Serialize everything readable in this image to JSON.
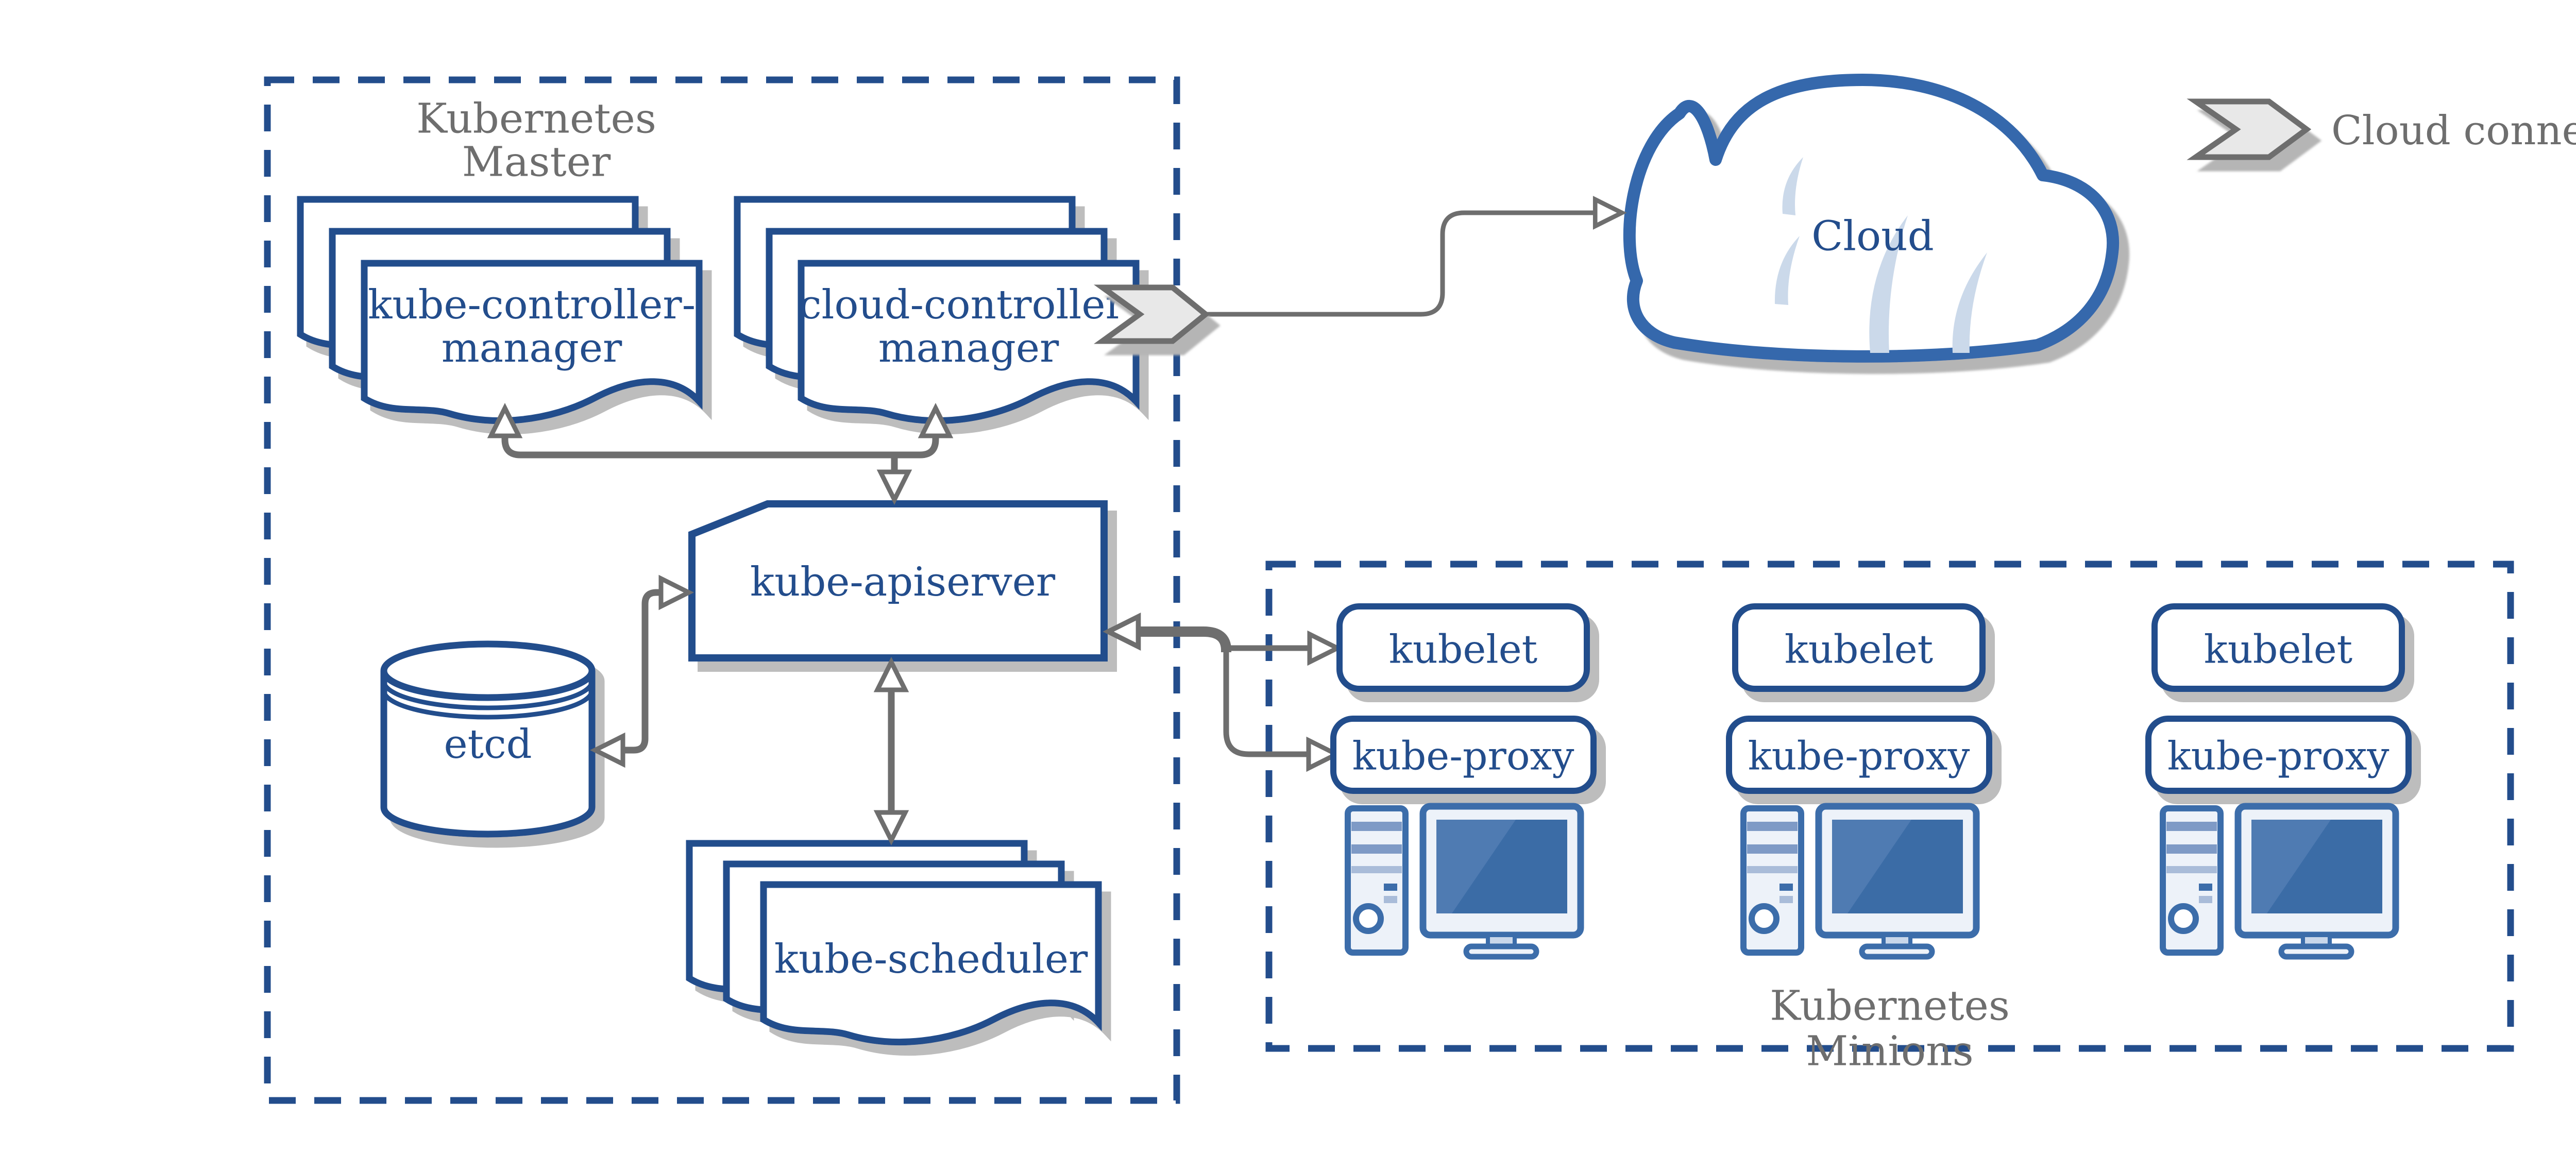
{
  "master": {
    "title_line1": "Kubernetes",
    "title_line2": "Master",
    "kube_controller_manager": {
      "line1": "kube-controller-",
      "line2": "manager"
    },
    "cloud_controller_manager": {
      "line1": "cloud-controller-",
      "line2": "manager"
    },
    "kube_apiserver": {
      "label": "kube-apiserver"
    },
    "etcd": {
      "label": "etcd"
    },
    "kube_scheduler": {
      "label": "kube-scheduler"
    }
  },
  "cloud": {
    "label": "Cloud"
  },
  "legend": {
    "label": "Cloud connector"
  },
  "minions": {
    "title_line1": "Kubernetes",
    "title_line2": "Minions",
    "columns": [
      {
        "kubelet": "kubelet",
        "kube_proxy": "kube-proxy"
      },
      {
        "kubelet": "kubelet",
        "kube_proxy": "kube-proxy"
      },
      {
        "kubelet": "kubelet",
        "kube_proxy": "kube-proxy"
      }
    ]
  },
  "colors": {
    "navy": "#234D8C",
    "gray_line": "#6E6E6E",
    "gray_text": "#6E6E6E",
    "shadow": "#BDBDBD",
    "chevron_fill": "#E8E8E8",
    "cloud_streak": "#CBD9EA",
    "icon_blue": "#3C6DAA",
    "screen_blue": "#3B6CA6",
    "screen_highlight": "#4F7BB2",
    "panel_fill": "#EDF2F9",
    "slat_dark": "#7E9AC6",
    "slat_light": "#A9BCD9"
  }
}
